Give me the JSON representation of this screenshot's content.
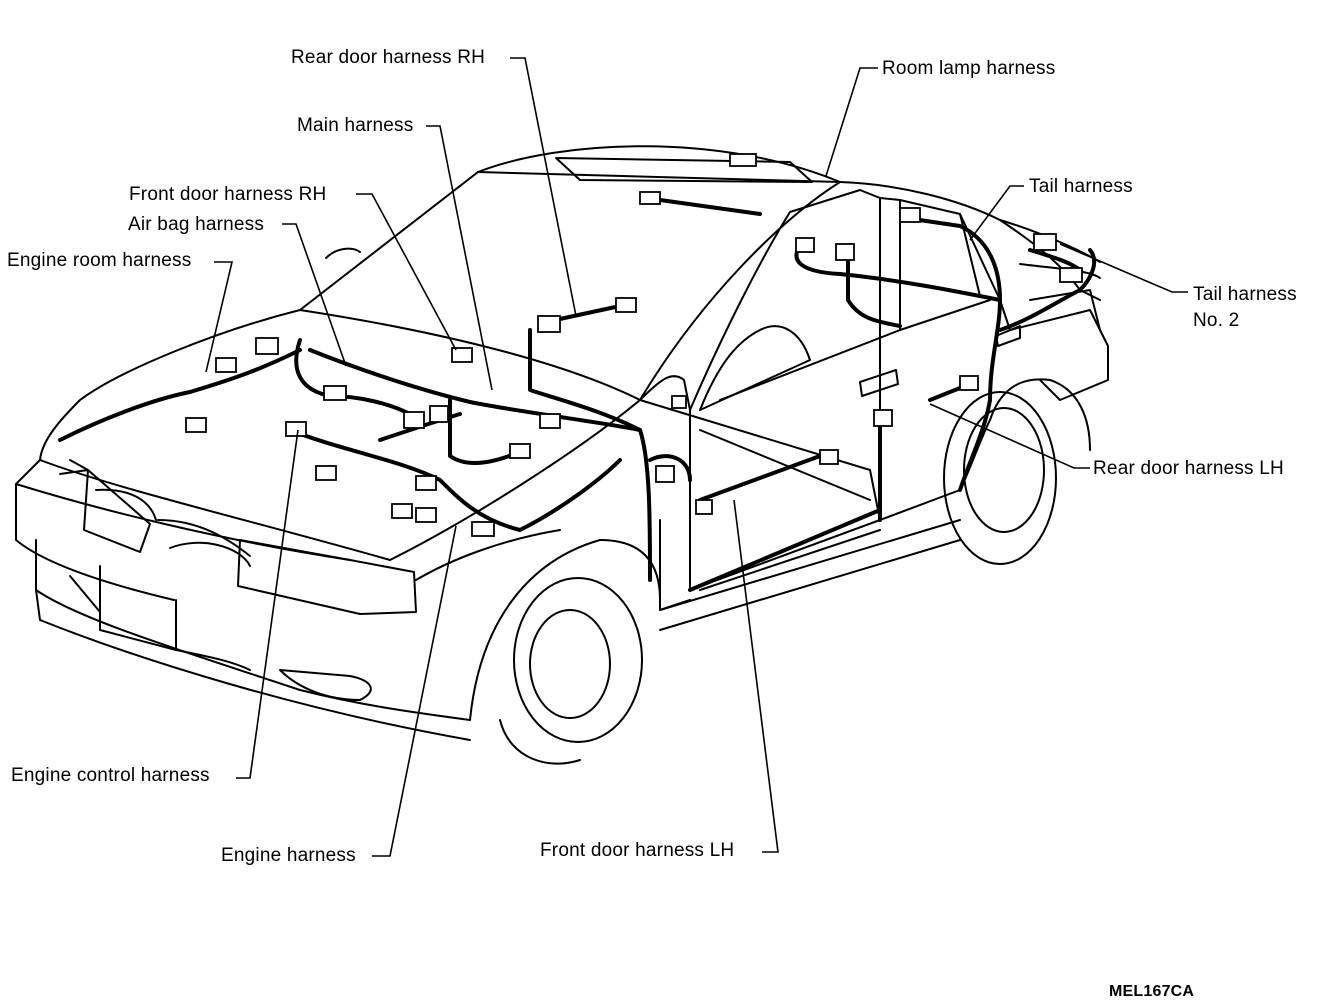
{
  "labels": {
    "rear_door_rh": "Rear door harness RH",
    "room_lamp": "Room lamp harness",
    "main": "Main harness",
    "tail": "Tail harness",
    "front_door_rh": "Front door harness RH",
    "air_bag": "Air bag harness",
    "engine_room": "Engine room harness",
    "tail_no2_line1": "Tail harness",
    "tail_no2_line2": "No. 2",
    "rear_door_lh": "Rear door harness LH",
    "engine_control": "Engine control harness",
    "engine": "Engine harness",
    "front_door_lh": "Front door harness LH"
  },
  "figure_code": "MEL167CA"
}
